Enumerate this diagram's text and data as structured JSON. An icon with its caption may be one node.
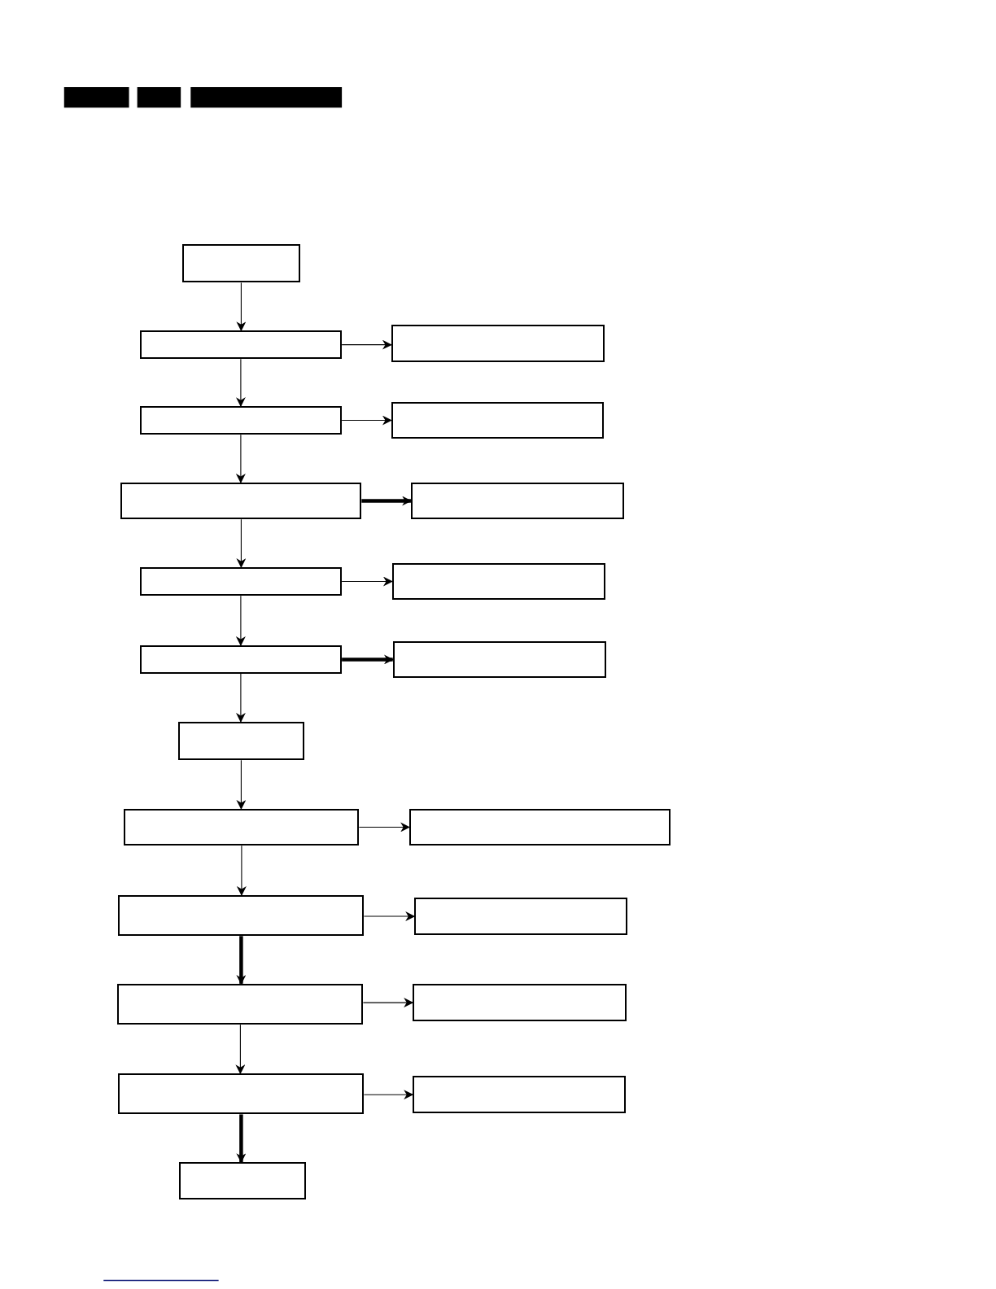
{
  "diagram": {
    "nodes": [
      {
        "text": [],
        "shape": "box"
      },
      {
        "text": [],
        "shape": "box"
      },
      {
        "text": [],
        "shape": "box"
      },
      {
        "text": [],
        "shape": "box"
      },
      {
        "text": [],
        "shape": "box"
      },
      {
        "text": [],
        "shape": "box"
      },
      {
        "text": [],
        "shape": "box"
      },
      {
        "text": [],
        "shape": "box"
      },
      {
        "text": [],
        "shape": "box"
      },
      {
        "text": [],
        "shape": "box"
      },
      {
        "text": [],
        "shape": "box"
      },
      {
        "text": [],
        "shape": "box"
      },
      {
        "text": [],
        "shape": "box"
      },
      {
        "text": [],
        "shape": "box"
      },
      {
        "text": [],
        "shape": "box"
      },
      {
        "text": [],
        "shape": "box"
      },
      {
        "text": [],
        "shape": "box"
      },
      {
        "text": [],
        "shape": "box"
      },
      {
        "text": [],
        "shape": "box"
      },
      {
        "text": [],
        "shape": "box"
      },
      {
        "text": [],
        "shape": "box"
      }
    ],
    "edges": [
      {
        "from": 0,
        "to": 1,
        "arrow": "to"
      },
      {
        "from": 1,
        "to": 2,
        "arrow": "to"
      },
      {
        "from": 1,
        "to": 3,
        "arrow": "to"
      },
      {
        "from": 3,
        "to": 4,
        "arrow": "to"
      },
      {
        "from": 3,
        "to": 5,
        "arrow": "to"
      },
      {
        "from": 5,
        "to": 6,
        "arrow": "to",
        "style": "thick"
      },
      {
        "from": 5,
        "to": 7,
        "arrow": "to"
      },
      {
        "from": 7,
        "to": 8,
        "arrow": "to"
      },
      {
        "from": 7,
        "to": 9,
        "arrow": "to"
      },
      {
        "from": 9,
        "to": 10,
        "arrow": "to",
        "style": "thick"
      },
      {
        "from": 9,
        "to": 11,
        "arrow": "to"
      },
      {
        "from": 11,
        "to": 12,
        "arrow": "to"
      },
      {
        "from": 12,
        "to": 13,
        "arrow": "to"
      },
      {
        "from": 12,
        "to": 14,
        "arrow": "to"
      },
      {
        "from": 14,
        "to": 15,
        "arrow": "to"
      },
      {
        "from": 14,
        "to": 16,
        "arrow": "to",
        "style": "thick"
      },
      {
        "from": 16,
        "to": 17,
        "arrow": "to"
      },
      {
        "from": 16,
        "to": 18,
        "arrow": "to"
      },
      {
        "from": 18,
        "to": 19,
        "arrow": "to"
      },
      {
        "from": 18,
        "to": 20,
        "arrow": "to",
        "style": "thick"
      }
    ]
  }
}
